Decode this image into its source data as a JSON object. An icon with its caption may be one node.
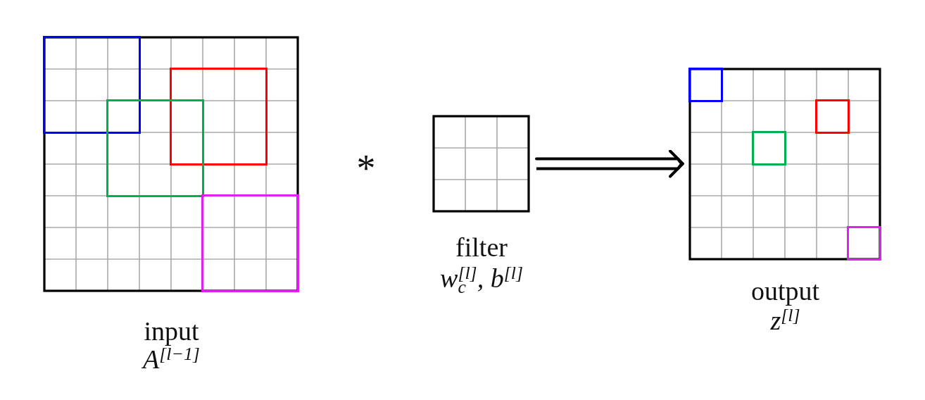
{
  "diagram": {
    "nodes": [
      {
        "text": [
          "input",
          "A$^{[l−1]}$"
        ]
      },
      {
        "text": [],
        "shape": "box",
        "in": 0
      },
      {
        "text": [],
        "shape": "box",
        "in": 0
      },
      {
        "text": [],
        "shape": "box",
        "in": 0
      },
      {
        "text": [],
        "shape": "box",
        "in": 0
      },
      {
        "text": [
          "filter",
          "w$_{c}$$^{[l]}$, b$^{[l]}$"
        ]
      },
      {
        "text": [
          "output",
          "z$^{[l]}$"
        ]
      },
      {
        "text": [],
        "shape": "box",
        "in": 6
      },
      {
        "text": [],
        "shape": "box",
        "in": 6
      },
      {
        "text": [],
        "shape": "box",
        "in": 6
      },
      {
        "text": [],
        "shape": "box",
        "in": 6
      }
    ],
    "edges": [
      {
        "from": 5,
        "to": 6,
        "arrow": "to"
      }
    ],
    "labels": [
      "*"
    ]
  }
}
